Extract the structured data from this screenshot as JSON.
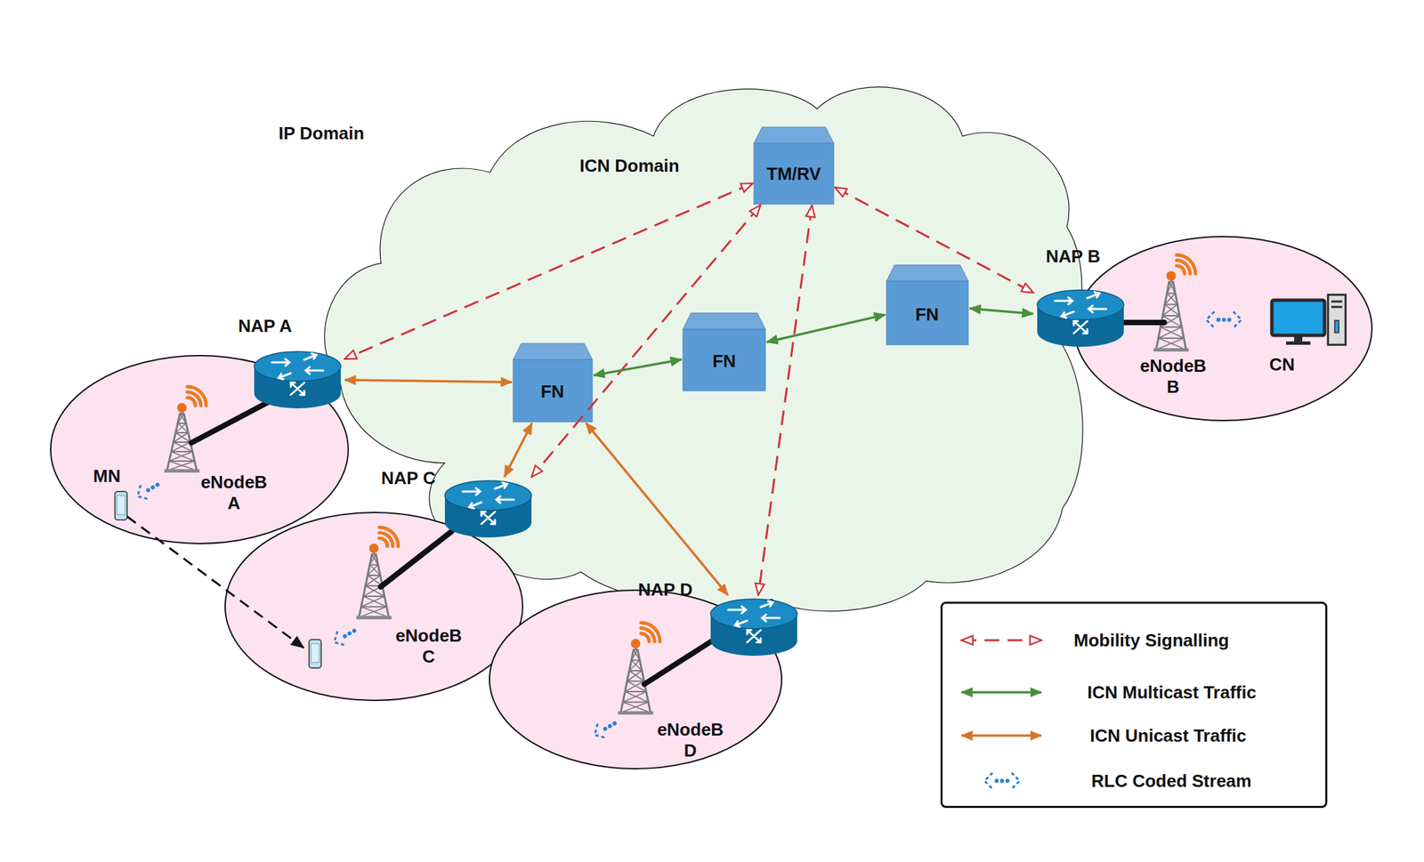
{
  "diagram": {
    "nodes": [
      {
        "text": [
          "ICN Domain"
        ]
      },
      {
        "text": [
          "TM/RV"
        ],
        "in": 0
      },
      {
        "text": [
          "FN"
        ],
        "in": 0
      },
      {
        "text": [
          "FN"
        ],
        "in": 0
      },
      {
        "text": [
          "FN"
        ],
        "in": 0
      },
      {
        "text": [
          "NAP A"
        ]
      },
      {
        "text": [
          "NAP B"
        ]
      },
      {
        "text": [
          "NAP C"
        ]
      },
      {
        "text": [
          "NAP D"
        ]
      },
      {
        "text": [
          "eNodeB A"
        ]
      },
      {
        "text": [
          "MN"
        ],
        "in": 9
      },
      {
        "text": [
          "eNodeB B"
        ]
      },
      {
        "text": [
          "CN"
        ],
        "in": 11
      },
      {
        "text": [
          "eNodeB C"
        ]
      },
      {
        "text": [
          "eNodeB D"
        ]
      }
    ],
    "edges": [
      {
        "from": 1,
        "to": 5,
        "arrow": "both"
      },
      {
        "from": 1,
        "to": 6,
        "arrow": "both"
      },
      {
        "from": 1,
        "to": 7,
        "arrow": "both"
      },
      {
        "from": 1,
        "to": 8,
        "arrow": "both"
      },
      {
        "from": 5,
        "to": 2,
        "arrow": "both"
      },
      {
        "from": 2,
        "to": 7,
        "arrow": "both"
      },
      {
        "from": 2,
        "to": 8,
        "arrow": "both"
      },
      {
        "from": 2,
        "to": 3,
        "arrow": "both"
      },
      {
        "from": 3,
        "to": 4,
        "arrow": "both"
      },
      {
        "from": 4,
        "to": 6,
        "arrow": "both"
      }
    ],
    "labels": [
      "IP Domain"
    ],
    "legend": [
      {
        "text": "Mobility Signalling"
      },
      {
        "text": "ICN Multicast Traffic"
      },
      {
        "text": "ICN Unicast Traffic"
      },
      {
        "text": "RLC Coded Stream"
      }
    ]
  }
}
